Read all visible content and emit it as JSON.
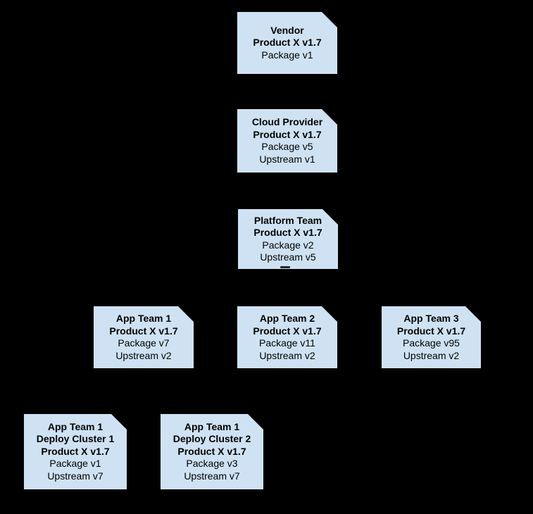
{
  "colors": {
    "background": "#000000",
    "node_fill": "#cfe2f3",
    "text": "#000000"
  },
  "nodes": [
    {
      "id": "vendor",
      "title_lines": [
        "Vendor",
        "Product X v1.7"
      ],
      "detail_lines": [
        "Package v1"
      ]
    },
    {
      "id": "cloud-provider",
      "title_lines": [
        "Cloud Provider",
        "Product X v1.7"
      ],
      "detail_lines": [
        "Package v5",
        "Upstream v1"
      ]
    },
    {
      "id": "platform-team",
      "title_lines": [
        "Platform Team",
        "Product X v1.7"
      ],
      "detail_lines": [
        "Package v2",
        "Upstream v5"
      ]
    },
    {
      "id": "app-team-1",
      "title_lines": [
        "App Team 1",
        "Product X v1.7"
      ],
      "detail_lines": [
        "Package v7",
        "Upstream v2"
      ]
    },
    {
      "id": "app-team-2",
      "title_lines": [
        "App Team 2",
        "Product X v1.7"
      ],
      "detail_lines": [
        "Package v11",
        "Upstream v2"
      ]
    },
    {
      "id": "app-team-3",
      "title_lines": [
        "App Team 3",
        "Product X v1.7"
      ],
      "detail_lines": [
        "Package v95",
        "Upstream v2"
      ]
    },
    {
      "id": "app-team-1-deploy-cluster-1",
      "title_lines": [
        "App Team 1",
        "Deploy Cluster 1",
        "Product X v1.7"
      ],
      "detail_lines": [
        "Package v1",
        "Upstream v7"
      ]
    },
    {
      "id": "app-team-1-deploy-cluster-2",
      "title_lines": [
        "App Team 1",
        "Deploy Cluster 2",
        "Product X v1.7"
      ],
      "detail_lines": [
        "Package v3",
        "Upstream v7"
      ]
    }
  ]
}
